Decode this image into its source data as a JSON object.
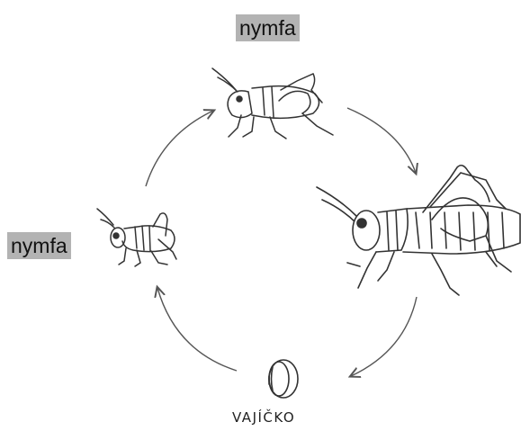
{
  "stages": {
    "top_label": "nymfa",
    "left_label": "nymfa",
    "egg_label": "VAJÍČKO"
  },
  "colors": {
    "label_bg": "#b3b3b3",
    "line": "#333333",
    "arrow": "#555555"
  }
}
